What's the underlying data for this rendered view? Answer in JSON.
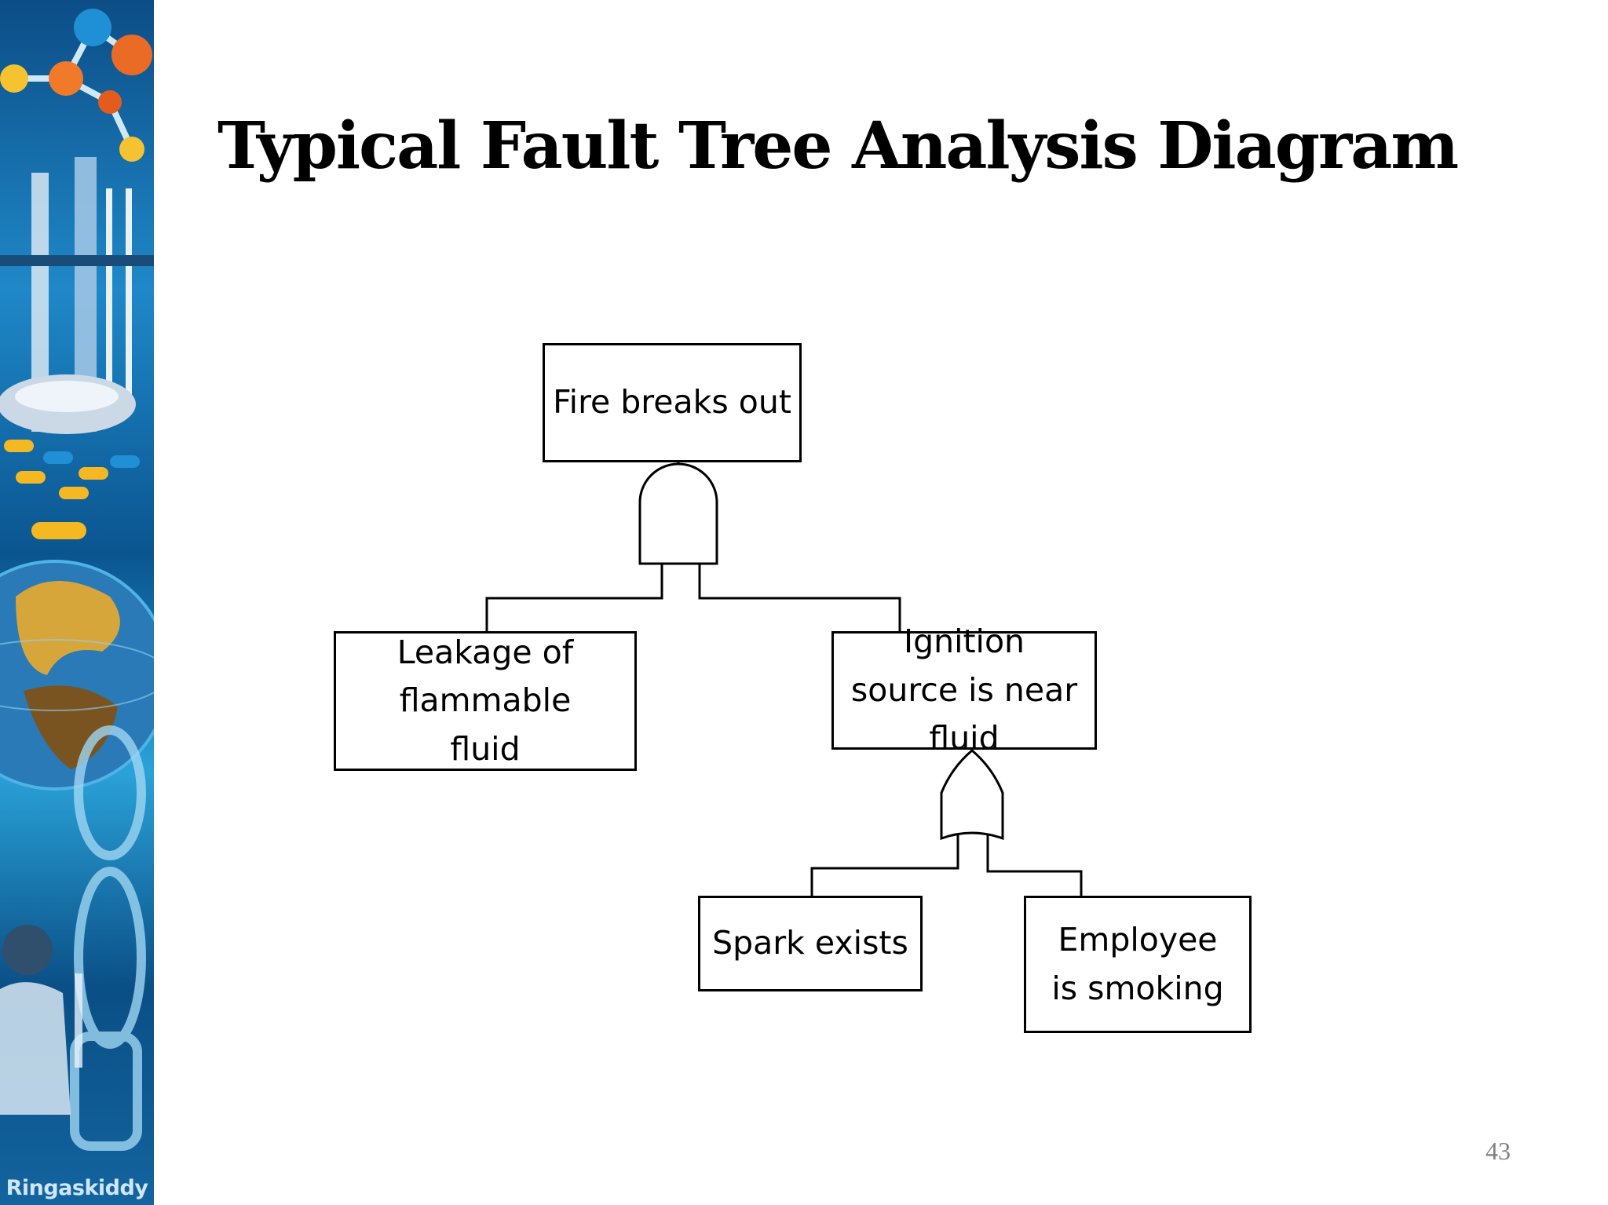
{
  "slide": {
    "title": "Typical Fault Tree Analysis Diagram",
    "page_number": "43"
  },
  "sidebar": {
    "credit": "Ringaskiddy"
  },
  "fault_tree": {
    "top_event": "Fire breaks out",
    "top_gate": "AND",
    "events": {
      "leakage": "Leakage of flammable fluid",
      "ignition": "Ignition source is near fluid",
      "spark": "Spark exists",
      "smoking": "Employee is smoking"
    },
    "ignition_gate": "OR"
  }
}
